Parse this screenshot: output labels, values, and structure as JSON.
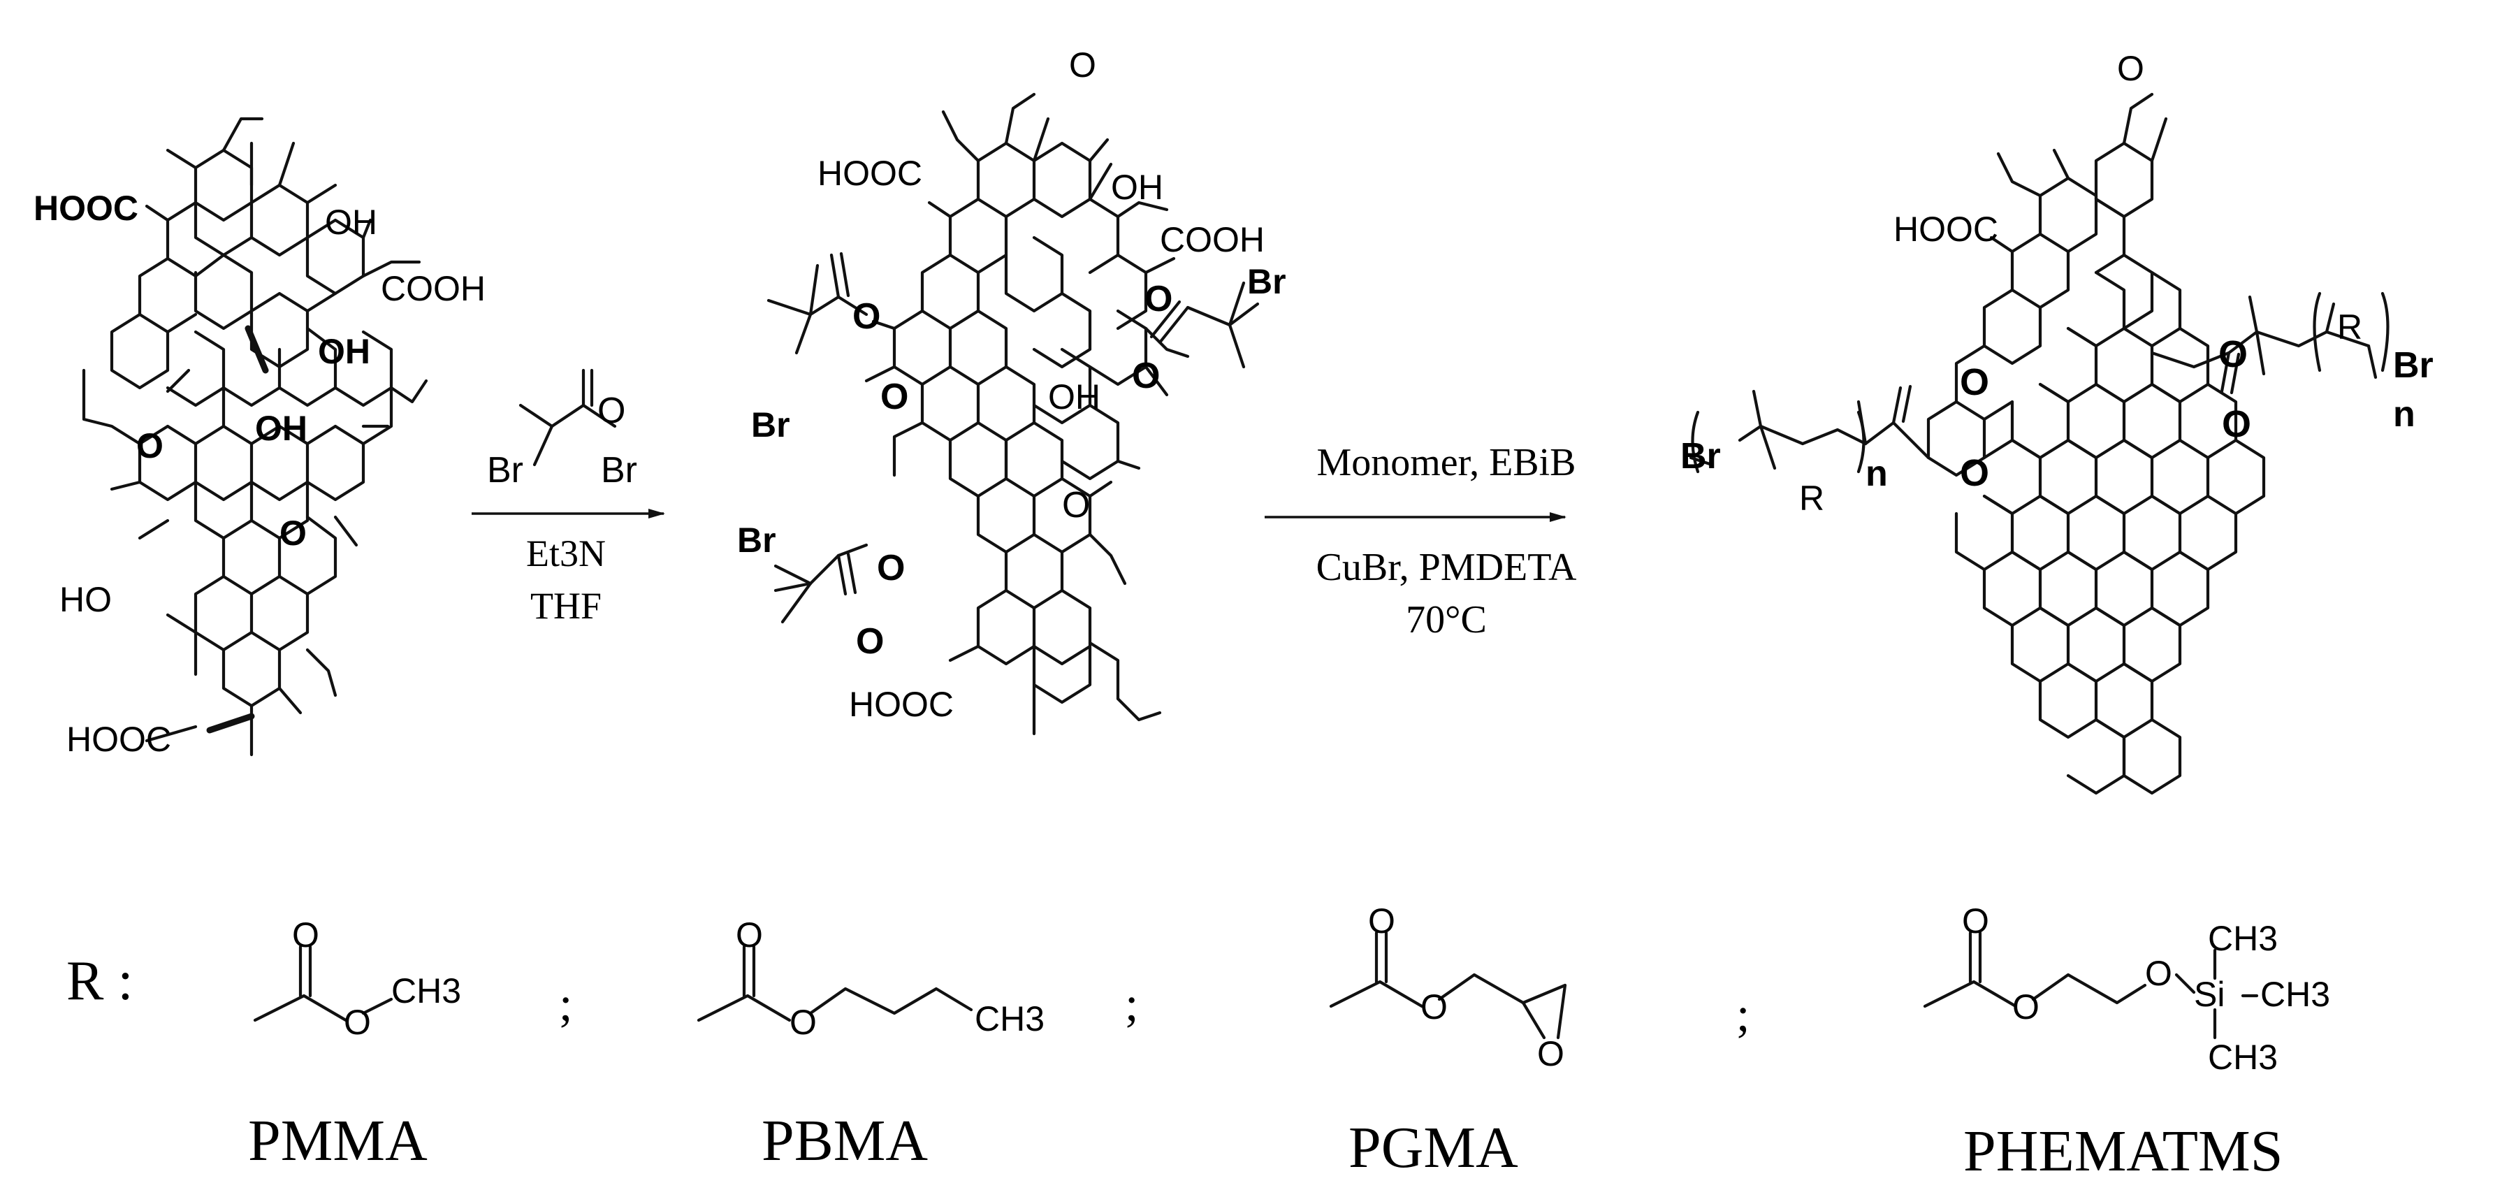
{
  "step1": {
    "reagent_atoms": [
      "Br",
      "O",
      "Br"
    ],
    "conditions": [
      "Et3N",
      "THF"
    ]
  },
  "step2": {
    "conditions_top": "Monomer, EBiB",
    "conditions_bottom": [
      "CuBr, PMDETA",
      "70°C"
    ]
  },
  "molecules": {
    "go": {
      "groups": [
        "HOOC",
        "OH",
        "COOH",
        "OH",
        "OH",
        "O",
        "O",
        "HO",
        "HOOC"
      ]
    },
    "go_br": {
      "groups": [
        "HOOC",
        "OH",
        "COOH",
        "Br",
        "O",
        "O",
        "O",
        "Br",
        "O",
        "O",
        "OH",
        "Br",
        "O",
        "O",
        "O",
        "HOOC"
      ]
    },
    "grafted": {
      "groups": [
        "HOOC",
        "O",
        "O",
        "O",
        "R",
        "Br",
        "n",
        "Br",
        "O",
        "O",
        "R",
        "n"
      ]
    }
  },
  "r_groups": {
    "label": "R :",
    "separator": ";",
    "items": [
      {
        "name": "PMMA",
        "atoms": [
          "O",
          "O",
          "CH3"
        ]
      },
      {
        "name": "PBMA",
        "atoms": [
          "O",
          "O",
          "CH3"
        ]
      },
      {
        "name": "PGMA",
        "atoms": [
          "O",
          "O",
          "O"
        ]
      },
      {
        "name": "PHEMATMS",
        "atoms": [
          "O",
          "O",
          "O",
          "Si",
          "CH3",
          "CH3",
          "CH3"
        ]
      }
    ]
  }
}
